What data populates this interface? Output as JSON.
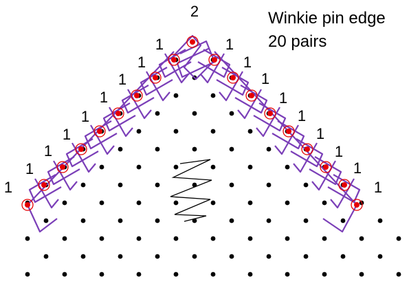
{
  "title_lines": [
    "Winkie pin edge",
    "20 pairs"
  ],
  "top_label": "2",
  "left_edge_labels": [
    "1",
    "1",
    "1",
    "1",
    "1",
    "1",
    "1",
    "1",
    "1"
  ],
  "right_edge_labels": [
    "1",
    "1",
    "1",
    "1",
    "1",
    "1",
    "1",
    "1",
    "1"
  ],
  "colors": {
    "thread": "#7B3FB8",
    "pin": "#E60000",
    "dot": "#000000",
    "ring": "#E60000"
  }
}
